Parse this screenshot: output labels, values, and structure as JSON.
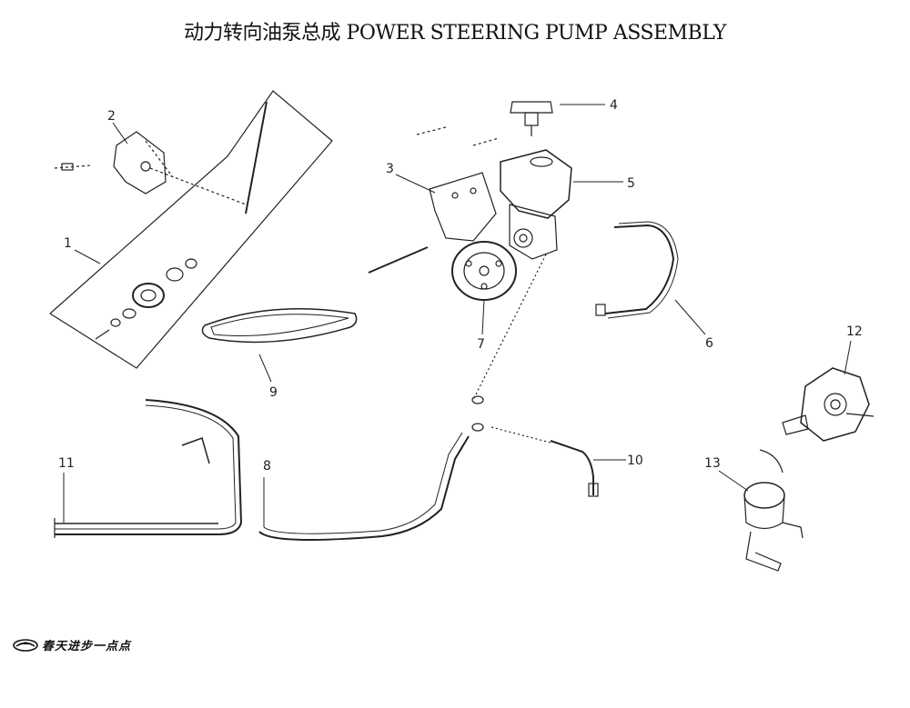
{
  "title": "动力转向油泵总成  POWER STEERING PUMP ASSEMBLY",
  "callouts": [
    "1",
    "2",
    "3",
    "4",
    "5",
    "6",
    "7",
    "8",
    "9",
    "10",
    "11",
    "12",
    "13"
  ],
  "logo": {
    "text": "春天进步一点点",
    "icon": "brand-emblem-icon"
  }
}
